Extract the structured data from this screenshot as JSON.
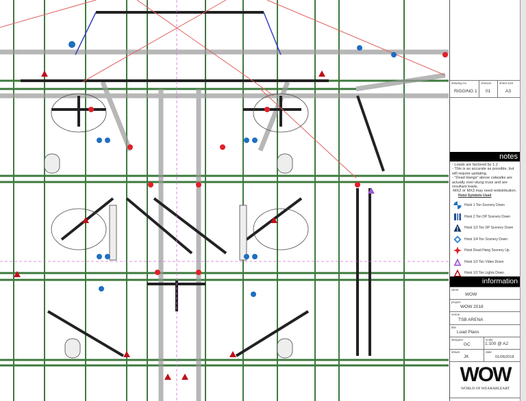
{
  "title_block": {
    "drawing_no_label": "drawing no",
    "drawing_no": "RIGGING 1",
    "revision_label": "revision",
    "revision": "01",
    "sheet_size_label": "sheet size",
    "sheet_size": "A3"
  },
  "notes": {
    "header": "notes",
    "lines": [
      "- Loads are factored by 1.2",
      "- This is as accurate as possible, but will require updating.",
      "- \"Dead Hangs\" above catwalks are actually over-slung truss and are resultant loads.",
      "-MX2 or MX3 may need redistribution."
    ]
  },
  "legend": {
    "title": "Hoist Symbols Used",
    "items": [
      {
        "label": "Hoist 1 Ton Scenery Down",
        "icon": "hoist-1-ton-icon",
        "color": "#1f6fc0"
      },
      {
        "label": "Hoist 2 Ton DP Scenery Down",
        "icon": "hoist-2-ton-dp-icon",
        "color": "#1f4f9a"
      },
      {
        "label": "Hoist 1/2 Ton DP Scenery Down",
        "icon": "hoist-half-ton-dp-icon",
        "color": "#1a3355"
      },
      {
        "label": "Hoist 1/4 Ton Scenery Down",
        "icon": "hoist-quarter-ton-icon",
        "color": "#2a7fd0"
      },
      {
        "label": "Hoist Dead Hang Scenery Up",
        "icon": "dead-hang-icon",
        "color": "#e0202a"
      },
      {
        "label": "Hoist 1/2 Ton Video Down",
        "icon": "hoist-video-icon",
        "color": "#9a5ad0"
      },
      {
        "label": "Hoist 1/2 Ton Lights Down",
        "icon": "hoist-lights-icon",
        "color": "#c0101a"
      }
    ]
  },
  "information": {
    "header": "information",
    "client_label": "client",
    "client": "WOW",
    "project_label": "project",
    "project": "WOW 2018",
    "venue_label": "venue",
    "venue": "TSB ARENA",
    "title_label": "title",
    "title": "Load Plans",
    "designer_label": "designer",
    "designer": "GC",
    "scale_label": "scale",
    "scale": "1:100 @ A2",
    "drawn_label": "drawn",
    "drawn": "JK",
    "date_label": "date",
    "date": "01/06/2018"
  },
  "logo": {
    "mark": "WOW",
    "tagline": "WORLD OF WEARABLEART"
  }
}
